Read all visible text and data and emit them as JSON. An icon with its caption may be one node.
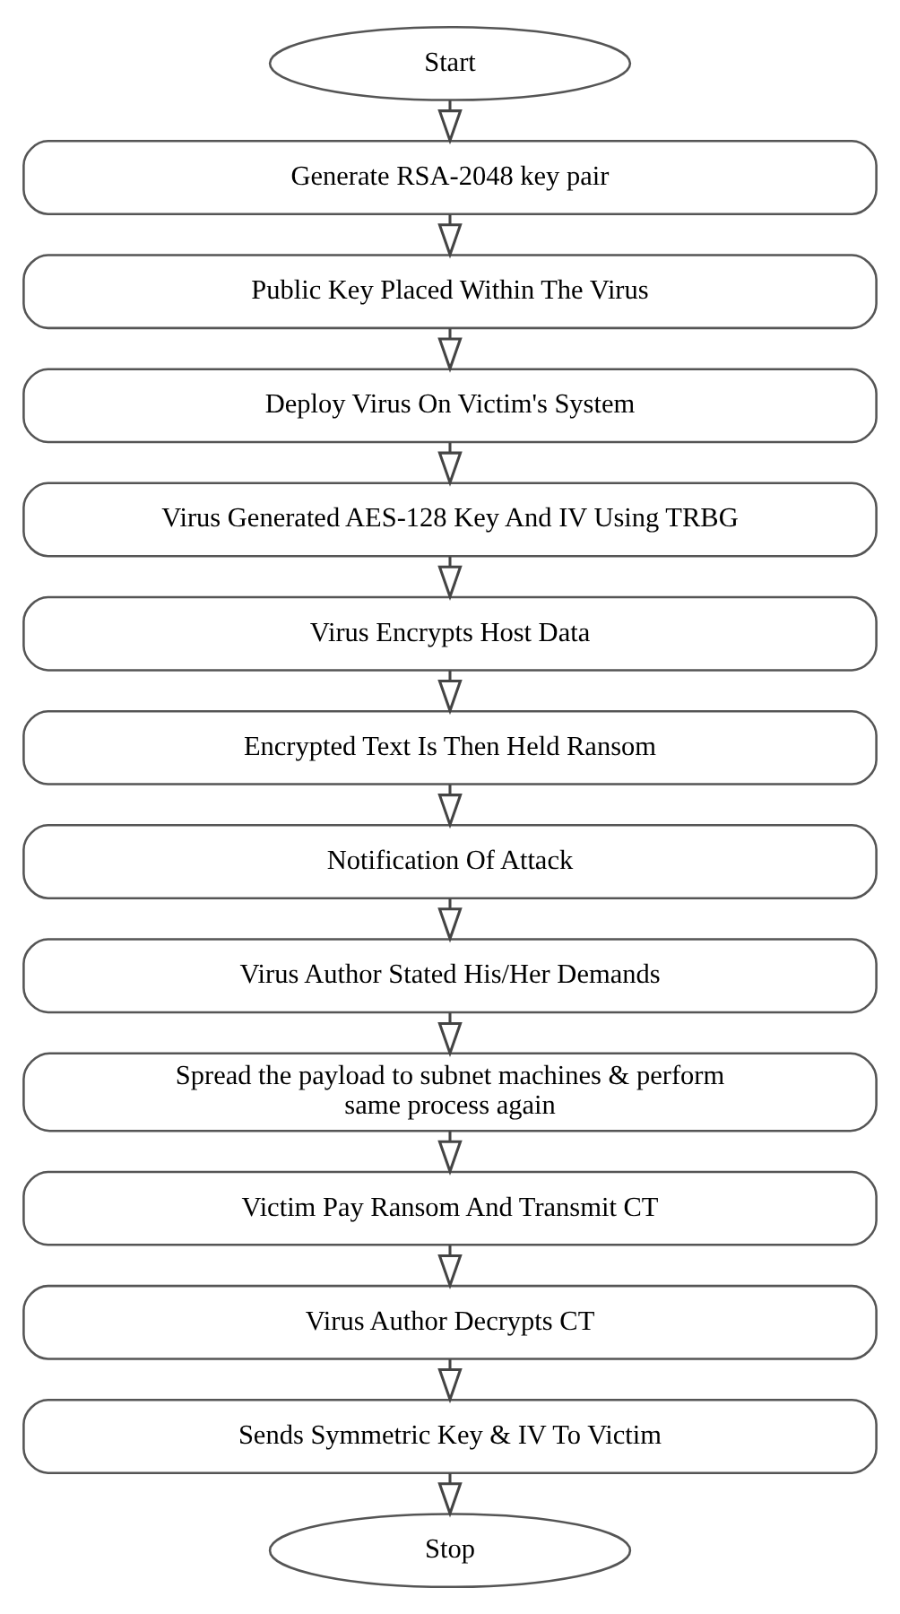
{
  "diagram": {
    "nodes": [
      {
        "text": [
          "Start"
        ]
      },
      {
        "text": [
          "Generate RSA-2048 key pair"
        ]
      },
      {
        "text": [
          "Public Key Placed Within The Virus"
        ]
      },
      {
        "text": [
          "Deploy Virus On Victim's System"
        ]
      },
      {
        "text": [
          "Virus Generated AES-128 Key And IV Using TRBG"
        ]
      },
      {
        "text": [
          "Virus Encrypts Host Data"
        ]
      },
      {
        "text": [
          "Encrypted Text Is Then Held Ransom"
        ]
      },
      {
        "text": [
          "Notification Of Attack"
        ]
      },
      {
        "text": [
          "Virus Author Stated His/Her Demands"
        ]
      },
      {
        "text": [
          "Spread the payload to subnet machines & perform same process again"
        ]
      },
      {
        "text": [
          "Victim Pay Ransom And Transmit CT"
        ]
      },
      {
        "text": [
          "Virus Author Decrypts CT"
        ]
      },
      {
        "text": [
          "Sends Symmetric Key & IV To Victim"
        ]
      },
      {
        "text": [
          "Stop"
        ]
      }
    ],
    "edges": [
      {
        "from": 0,
        "to": 1,
        "arrow": "to"
      },
      {
        "from": 1,
        "to": 2,
        "arrow": "to"
      },
      {
        "from": 2,
        "to": 3,
        "arrow": "to"
      },
      {
        "from": 3,
        "to": 4,
        "arrow": "to"
      },
      {
        "from": 4,
        "to": 5,
        "arrow": "to"
      },
      {
        "from": 5,
        "to": 6,
        "arrow": "to"
      },
      {
        "from": 6,
        "to": 7,
        "arrow": "to"
      },
      {
        "from": 7,
        "to": 8,
        "arrow": "to"
      },
      {
        "from": 8,
        "to": 9,
        "arrow": "to"
      },
      {
        "from": 9,
        "to": 10,
        "arrow": "to"
      },
      {
        "from": 10,
        "to": 11,
        "arrow": "to"
      },
      {
        "from": 11,
        "to": 12,
        "arrow": "to"
      },
      {
        "from": 12,
        "to": 13,
        "arrow": "to"
      }
    ]
  }
}
